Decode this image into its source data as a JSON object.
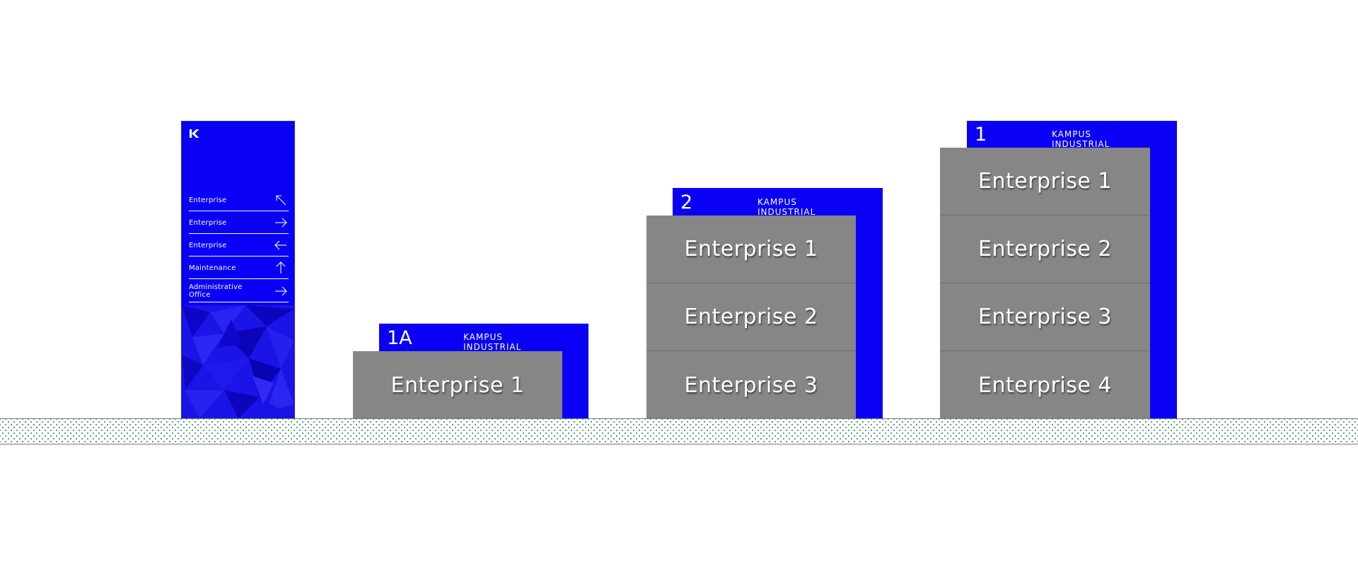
{
  "colors": {
    "brand_blue": "#0a00f5",
    "panel_gray": "#868686",
    "ground_dots": "#2e8b57"
  },
  "pylon": {
    "logo_icon": "k-logo-icon",
    "items": [
      {
        "label": "Enterprise",
        "icon": "arrow-up-left-icon"
      },
      {
        "label": "Enterprise",
        "icon": "arrow-right-icon"
      },
      {
        "label": "Enterprise",
        "icon": "arrow-left-icon"
      },
      {
        "label": "Maintenance",
        "icon": "arrow-up-icon"
      },
      {
        "label_line1": "Administrative",
        "label_line2": "Office",
        "icon": "arrow-right-icon"
      }
    ]
  },
  "signs": [
    {
      "number": "1A",
      "brand": "KAMPUS INDUSTRIAL",
      "tiers": [
        "Enterprise 1"
      ]
    },
    {
      "number": "2",
      "brand": "KAMPUS INDUSTRIAL",
      "tiers": [
        "Enterprise 1",
        "Enterprise 2",
        "Enterprise 3"
      ]
    },
    {
      "number": "1",
      "brand": "KAMPUS INDUSTRIAL",
      "tiers": [
        "Enterprise 1",
        "Enterprise 2",
        "Enterprise 3",
        "Enterprise 4"
      ]
    }
  ]
}
